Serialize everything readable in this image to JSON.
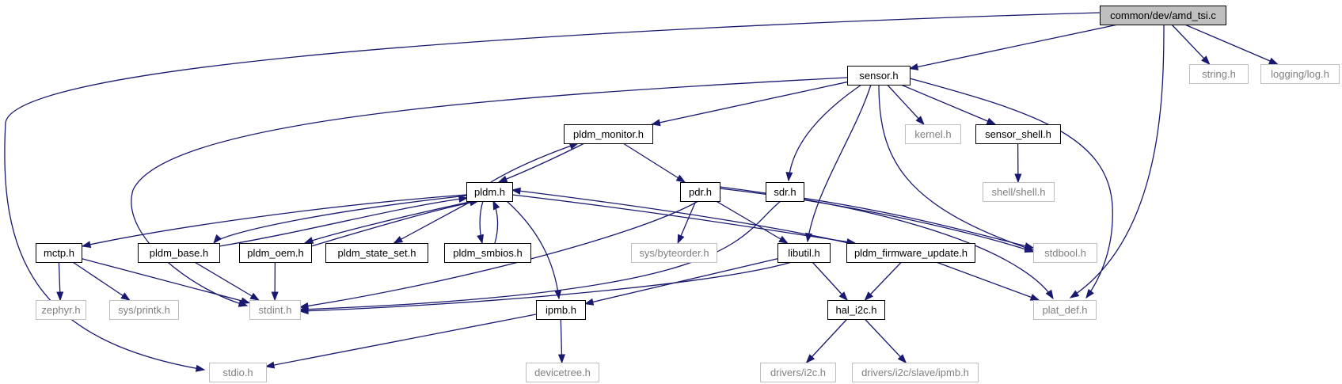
{
  "graph": {
    "root": "common/dev/amd_tsi.c",
    "colors": {
      "edge": "#191970",
      "root_fill": "#bfbfbf",
      "documented_border": "#000000",
      "undocumented_border": "#bfbfbf",
      "undocumented_text": "#808080"
    },
    "nodes": [
      {
        "id": "amd_tsi",
        "label": "common/dev/amd_tsi.c",
        "style": "root"
      },
      {
        "id": "sensor",
        "label": "sensor.h",
        "style": "documented"
      },
      {
        "id": "string",
        "label": "string.h",
        "style": "external"
      },
      {
        "id": "logging",
        "label": "logging/log.h",
        "style": "external"
      },
      {
        "id": "pldm_monitor",
        "label": "pldm_monitor.h",
        "style": "documented"
      },
      {
        "id": "kernel",
        "label": "kernel.h",
        "style": "external"
      },
      {
        "id": "sensor_shell",
        "label": "sensor_shell.h",
        "style": "documented"
      },
      {
        "id": "shell",
        "label": "shell/shell.h",
        "style": "external"
      },
      {
        "id": "pldm",
        "label": "pldm.h",
        "style": "documented"
      },
      {
        "id": "pdr",
        "label": "pdr.h",
        "style": "documented"
      },
      {
        "id": "sdr",
        "label": "sdr.h",
        "style": "documented"
      },
      {
        "id": "mctp",
        "label": "mctp.h",
        "style": "documented"
      },
      {
        "id": "pldm_base",
        "label": "pldm_base.h",
        "style": "documented"
      },
      {
        "id": "pldm_oem",
        "label": "pldm_oem.h",
        "style": "documented"
      },
      {
        "id": "pldm_state_set",
        "label": "pldm_state_set.h",
        "style": "documented"
      },
      {
        "id": "pldm_smbios",
        "label": "pldm_smbios.h",
        "style": "documented"
      },
      {
        "id": "byteorder",
        "label": "sys/byteorder.h",
        "style": "external"
      },
      {
        "id": "libutil",
        "label": "libutil.h",
        "style": "documented"
      },
      {
        "id": "pldm_fw",
        "label": "pldm_firmware_update.h",
        "style": "documented"
      },
      {
        "id": "stdbool",
        "label": "stdbool.h",
        "style": "external"
      },
      {
        "id": "zephyr",
        "label": "zephyr.h",
        "style": "external"
      },
      {
        "id": "printk",
        "label": "sys/printk.h",
        "style": "external"
      },
      {
        "id": "stdint",
        "label": "stdint.h",
        "style": "external"
      },
      {
        "id": "ipmb",
        "label": "ipmb.h",
        "style": "documented"
      },
      {
        "id": "hal_i2c",
        "label": "hal_i2c.h",
        "style": "documented"
      },
      {
        "id": "plat_def",
        "label": "plat_def.h",
        "style": "external"
      },
      {
        "id": "stdio",
        "label": "stdio.h",
        "style": "external"
      },
      {
        "id": "devicetree",
        "label": "devicetree.h",
        "style": "external"
      },
      {
        "id": "drivers_i2c",
        "label": "drivers/i2c.h",
        "style": "external"
      },
      {
        "id": "slave_ipmb",
        "label": "drivers/i2c/slave/ipmb.h",
        "style": "external"
      }
    ],
    "edges": [
      {
        "from": "amd_tsi",
        "to": "sensor"
      },
      {
        "from": "amd_tsi",
        "to": "string"
      },
      {
        "from": "amd_tsi",
        "to": "logging"
      },
      {
        "from": "amd_tsi",
        "to": "plat_def"
      },
      {
        "from": "amd_tsi",
        "to": "stdio"
      },
      {
        "from": "sensor",
        "to": "pldm_monitor"
      },
      {
        "from": "sensor",
        "to": "kernel"
      },
      {
        "from": "sensor",
        "to": "sensor_shell"
      },
      {
        "from": "sensor",
        "to": "sdr"
      },
      {
        "from": "sensor",
        "to": "libutil"
      },
      {
        "from": "sensor",
        "to": "stdbool"
      },
      {
        "from": "sensor",
        "to": "plat_def"
      },
      {
        "from": "sensor",
        "to": "stdint"
      },
      {
        "from": "sensor_shell",
        "to": "shell"
      },
      {
        "from": "pldm_monitor",
        "to": "pldm"
      },
      {
        "from": "pldm_monitor",
        "to": "pdr"
      },
      {
        "from": "pldm",
        "to": "pldm_monitor"
      },
      {
        "from": "pldm",
        "to": "mctp"
      },
      {
        "from": "pldm",
        "to": "pldm_base"
      },
      {
        "from": "pldm",
        "to": "pldm_oem"
      },
      {
        "from": "pldm",
        "to": "pldm_state_set"
      },
      {
        "from": "pldm",
        "to": "pldm_smbios"
      },
      {
        "from": "pldm",
        "to": "pldm_fw"
      },
      {
        "from": "pldm",
        "to": "ipmb"
      },
      {
        "from": "pldm_base",
        "to": "pldm"
      },
      {
        "from": "pldm_oem",
        "to": "pldm"
      },
      {
        "from": "pldm_smbios",
        "to": "pldm"
      },
      {
        "from": "pldm_fw",
        "to": "pldm"
      },
      {
        "from": "pdr",
        "to": "byteorder"
      },
      {
        "from": "pdr",
        "to": "libutil"
      },
      {
        "from": "pdr",
        "to": "stdbool"
      },
      {
        "from": "pdr",
        "to": "plat_def"
      },
      {
        "from": "pdr",
        "to": "stdint"
      },
      {
        "from": "sdr",
        "to": "stdbool"
      },
      {
        "from": "sdr",
        "to": "stdint"
      },
      {
        "from": "mctp",
        "to": "zephyr"
      },
      {
        "from": "mctp",
        "to": "printk"
      },
      {
        "from": "mctp",
        "to": "stdint"
      },
      {
        "from": "pldm_base",
        "to": "stdint"
      },
      {
        "from": "pldm_oem",
        "to": "stdint"
      },
      {
        "from": "libutil",
        "to": "hal_i2c"
      },
      {
        "from": "libutil",
        "to": "ipmb"
      },
      {
        "from": "libutil",
        "to": "stdint"
      },
      {
        "from": "pldm_fw",
        "to": "hal_i2c"
      },
      {
        "from": "pldm_fw",
        "to": "plat_def"
      },
      {
        "from": "ipmb",
        "to": "stdio"
      },
      {
        "from": "ipmb",
        "to": "devicetree"
      },
      {
        "from": "hal_i2c",
        "to": "drivers_i2c"
      },
      {
        "from": "hal_i2c",
        "to": "slave_ipmb"
      }
    ]
  }
}
